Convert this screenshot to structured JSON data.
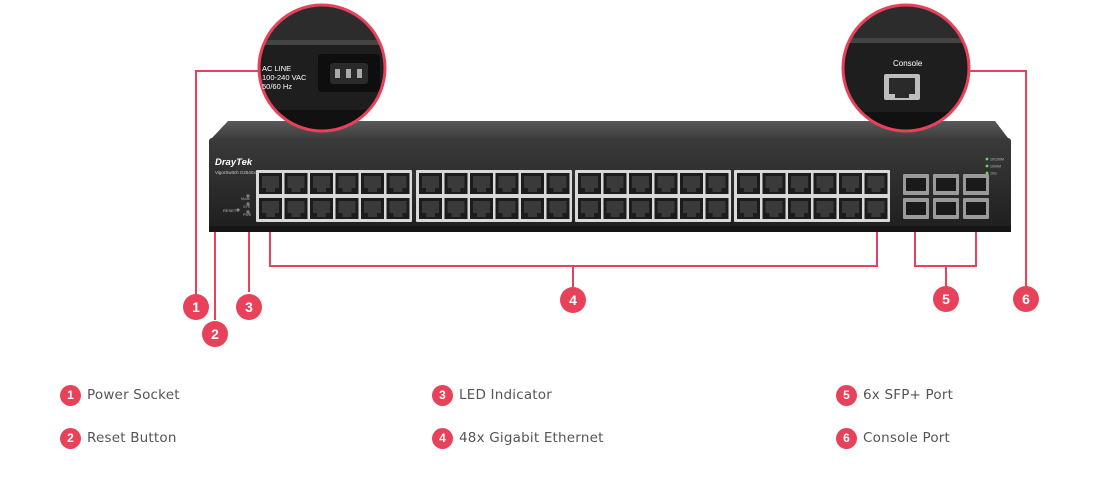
{
  "device": {
    "brand": "DrayTek",
    "model": "VigorSwitch G2540x",
    "reset_label": "RESET",
    "led_labels": [
      "Mode",
      "SYS",
      "PWR"
    ],
    "speed_labels": [
      "10/100M",
      "1000M",
      "10G"
    ]
  },
  "zoom_power": {
    "line1": "AC LINE",
    "line2": "100-240 VAC",
    "line3": "50/60 Hz"
  },
  "zoom_console": {
    "label": "Console"
  },
  "callouts": [
    {
      "num": "1",
      "label": "Power Socket"
    },
    {
      "num": "2",
      "label": "Reset Button"
    },
    {
      "num": "3",
      "label": "LED Indicator"
    },
    {
      "num": "4",
      "label": "48x Gigabit Ethernet"
    },
    {
      "num": "5",
      "label": "6x SFP+ Port"
    },
    {
      "num": "6",
      "label": "Console Port"
    }
  ],
  "colors": {
    "accent": "#e8415a",
    "chassis": "#2b2b2b",
    "port_frame": "#d9d9d9"
  }
}
